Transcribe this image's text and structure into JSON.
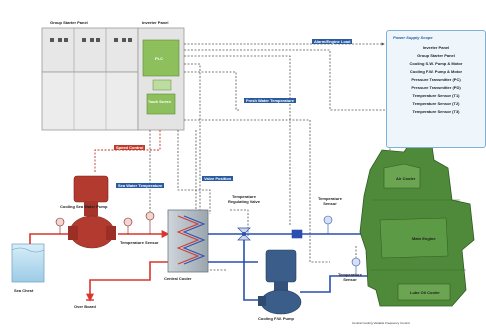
{
  "header_strip": {
    "left_text": "",
    "right_text": ""
  },
  "panels": {
    "group_starter": "Group Starter Panel",
    "inverter": "Inverter Panel",
    "plc": "PLC",
    "touch_screen": "Touch Screen"
  },
  "signals": {
    "alarm_engine_load": "Alarm/Engine Load",
    "fresh_water_temperature": "Fresh Water Temperature",
    "speed_control": "Speed Control",
    "sea_water_temperature": "Sea Water Temperature",
    "valve_position": "Valve Position"
  },
  "power_supply": {
    "title": "Power Supply Scope",
    "items": [
      "Inverter Panel",
      "Group Starter Panel",
      "Cooling S.W. Pump & Motor",
      "Cooling F.W. Pump & Motor",
      "Pressure Transmitter (PC)",
      "Pressure Transmitter (PD)",
      "Temperature Sensor (T1)",
      "Temperature Sensor (T2)",
      "Temperature Sensor (T3)"
    ]
  },
  "components": {
    "sea_water_pump": "Cooling Sea Water Pump",
    "temperature_sensor_left": "Temperature Sensor",
    "temperature_regulating_valve": "Temperature Regulating Valve",
    "temperature_sensor_top": "Temperature Sensor",
    "temperature_sensor_bottom": "Temperature Sensor",
    "air_cooler": "Air Cooler",
    "main_engine": "Main Engine",
    "lube_oil_cooler": "Lube Oil Cooler",
    "sea_chest": "Sea Chest",
    "over_board": "Over Board",
    "central_cooler": "Central Cooler",
    "fw_pump": "Cooling F.W. Pump"
  },
  "caption": "Central Cooling Variable Frequency Control",
  "colors": {
    "sea_water_line": "#d9352b",
    "fresh_water_line": "#2a4fb0",
    "signal_line": "#555555",
    "red_control_line": "#c0392b",
    "engine_green": "#4f8a3a",
    "panel_green": "#8dbf5d",
    "pump_red": "#b23a2f",
    "pump_blue": "#3b5d8a",
    "tank_blue": "#bfe1f2"
  }
}
